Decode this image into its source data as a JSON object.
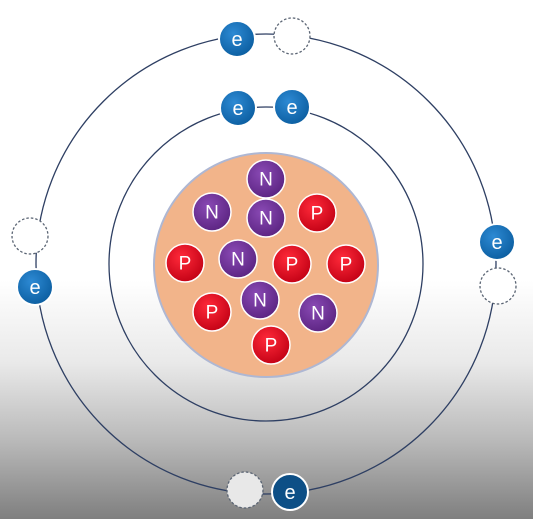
{
  "labels": {
    "electron": "e",
    "neutron": "N",
    "proton": "P"
  },
  "colors": {
    "nucleus_fill": "#f2b48a",
    "nucleus_stroke": "#aeb7d3",
    "shell_stroke": "#2e3f63",
    "electron_fill": "#0f6fb8",
    "electron_stroke": "#ffffff",
    "empty_slot_fill": "#ffffff",
    "empty_slot_stroke": "#5a6473",
    "neutron_fill": "#6b2f93",
    "proton_fill": "#e2001a"
  },
  "legend_names": {
    "e": "electron",
    "N": "neutron",
    "P": "proton"
  }
}
